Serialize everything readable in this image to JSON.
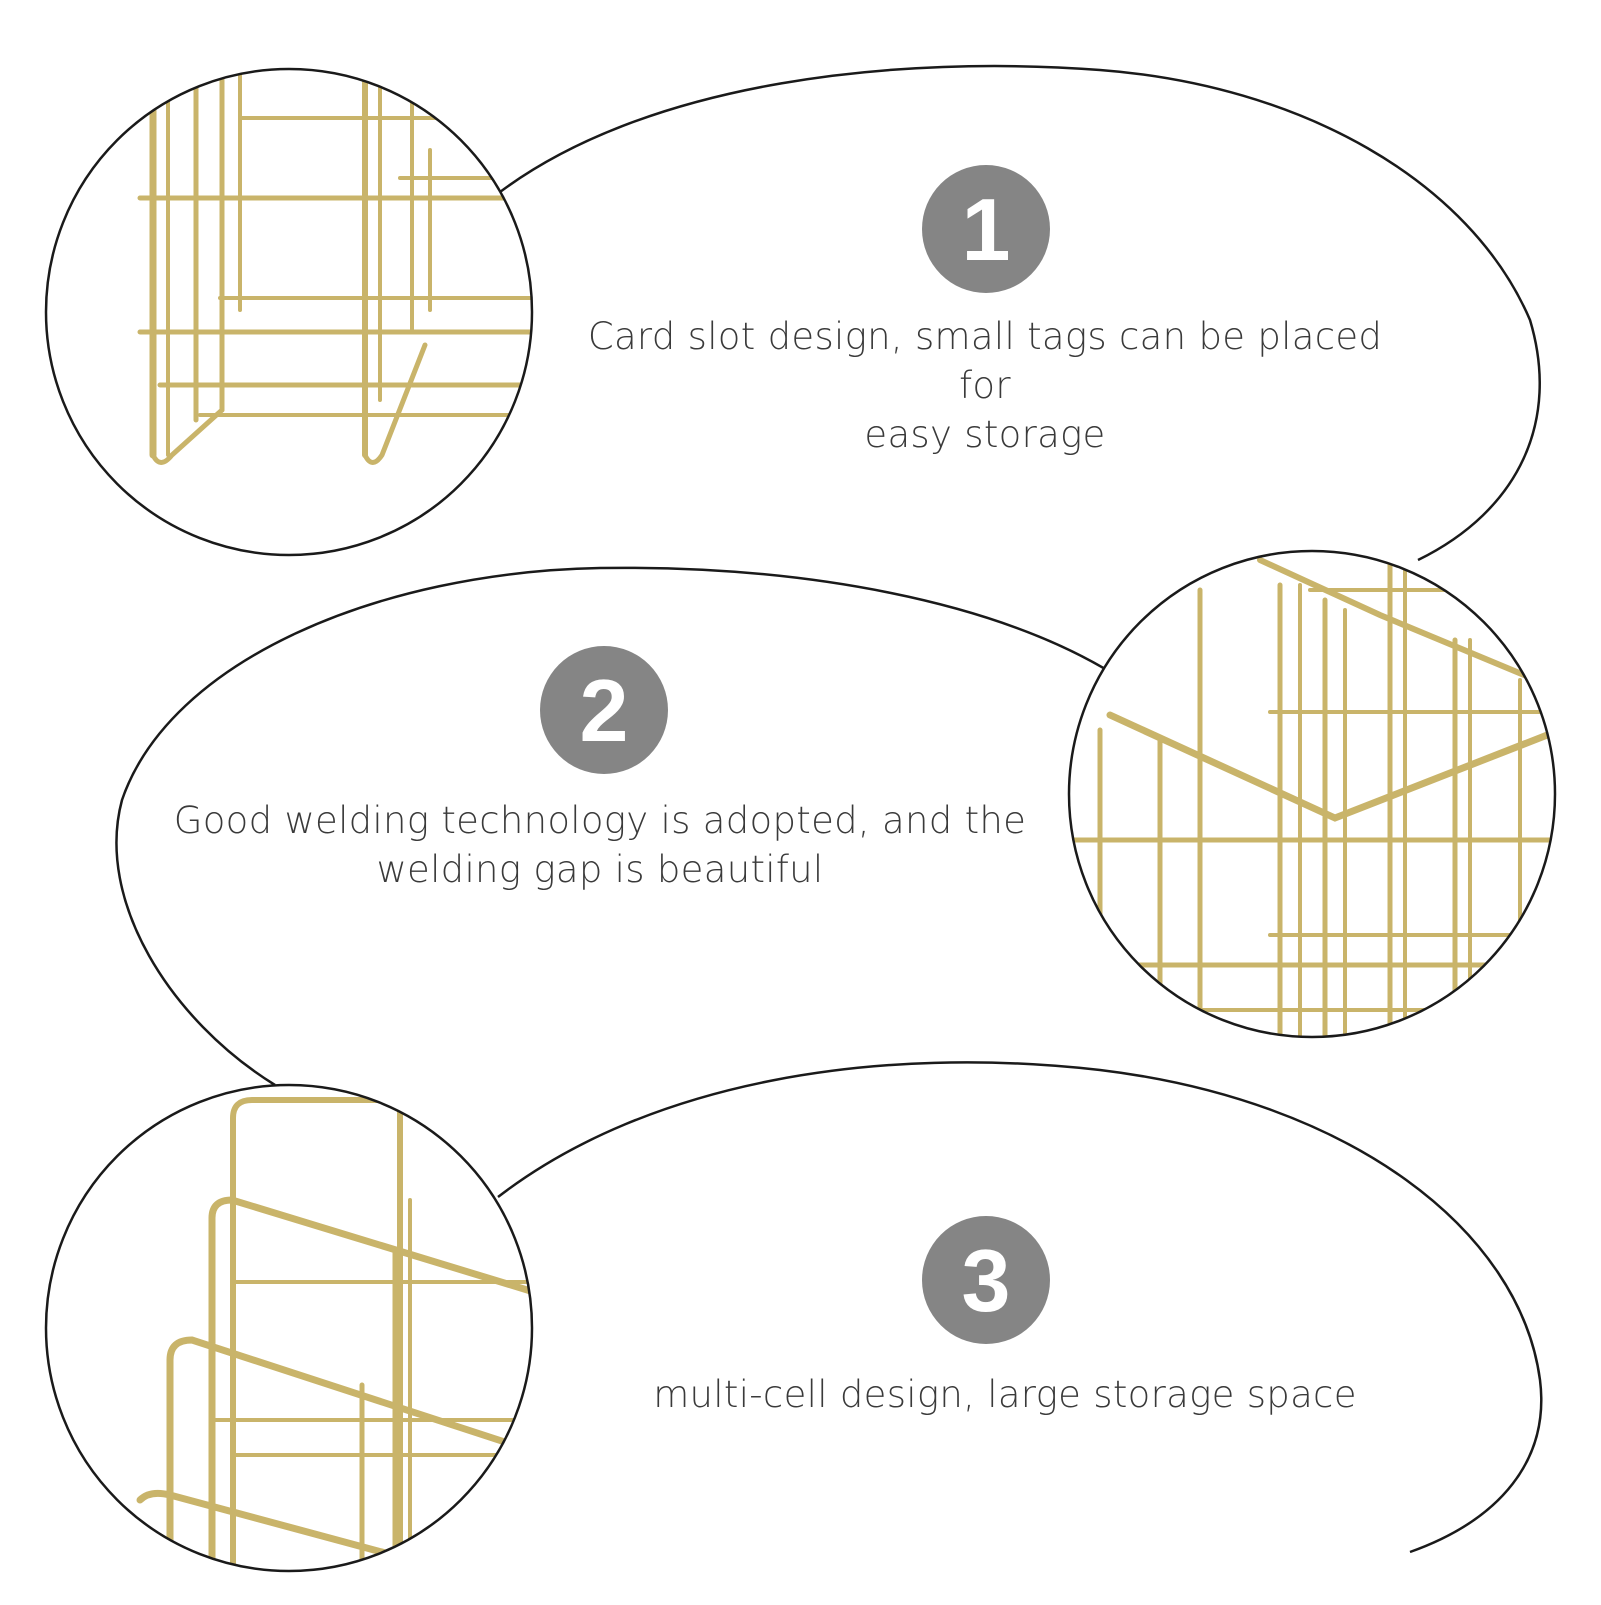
{
  "colors": {
    "badge": "#858585",
    "badge_text": "#ffffff",
    "outline": "#1a1a1a",
    "text": "#3a3a3a",
    "wire_gold": "#c9b46a",
    "background": "#ffffff"
  },
  "features": [
    {
      "number": "1",
      "text": "Card slot design, small tags can be placed for\neasy storage"
    },
    {
      "number": "2",
      "text": "Good welding technology is adopted, and the\nwelding gap is beautiful"
    },
    {
      "number": "3",
      "text": "multi-cell design, large storage space"
    }
  ]
}
